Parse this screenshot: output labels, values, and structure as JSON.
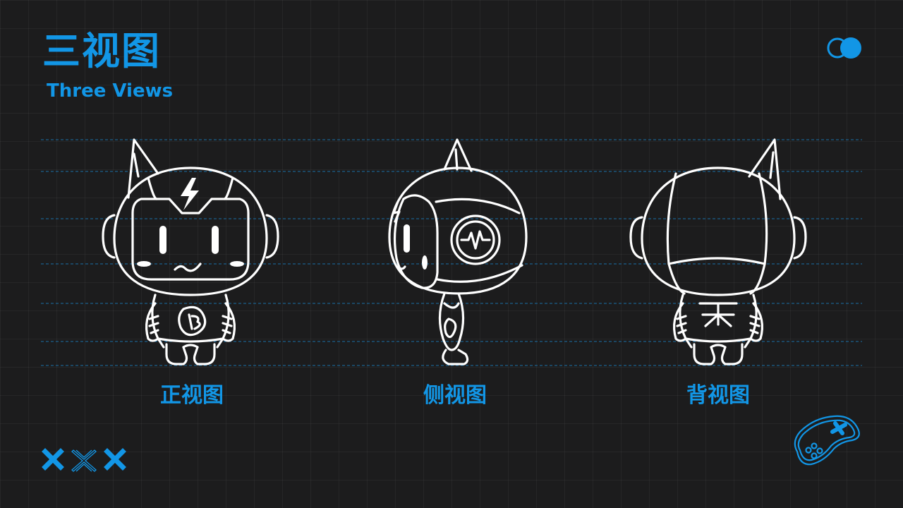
{
  "header": {
    "title_zh": "三视图",
    "title_en": "Three Views"
  },
  "views": [
    {
      "label": "正视图"
    },
    {
      "label": "侧视图"
    },
    {
      "label": "背视图"
    }
  ],
  "colors": {
    "accent": "#1296e6",
    "background": "#1c1c1d",
    "line_art": "#ffffff",
    "guide_line": "#1a6fa8"
  },
  "icons": [
    "toggle-icon",
    "cross-icon",
    "gamepad-icon"
  ]
}
